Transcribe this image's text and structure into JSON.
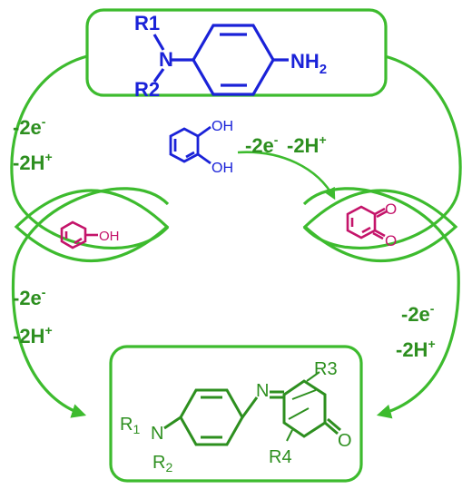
{
  "colors": {
    "green": "#3dbb2e",
    "dark_green": "#2d8f1f",
    "blue": "#1a22d8",
    "magenta": "#c4146a"
  },
  "top_reactant": {
    "r1": "R1",
    "r2": "R2",
    "n": "N",
    "nh2": "NH",
    "nh2_sub": "2"
  },
  "catechol": {
    "oh_top": "OH",
    "oh_bottom": "OH"
  },
  "phenol": {
    "oh": "OH"
  },
  "quinone": {
    "o_top": "O",
    "o_bottom": "O"
  },
  "arrow_labels": {
    "left_upper": [
      "-2e",
      "-2H"
    ],
    "left_lower": [
      "-2e",
      "-2H"
    ],
    "center": [
      "-2e",
      "-2H"
    ],
    "right_lower": [
      "-2e",
      "-2H"
    ],
    "e_sup": "-",
    "h_sup": "+"
  },
  "product": {
    "r1": "R",
    "r1_sub": "1",
    "n": "N",
    "r2": "R",
    "r2_sub": "2",
    "imine_n": "N",
    "r3": "R3",
    "r4": "R4",
    "o": "O"
  }
}
